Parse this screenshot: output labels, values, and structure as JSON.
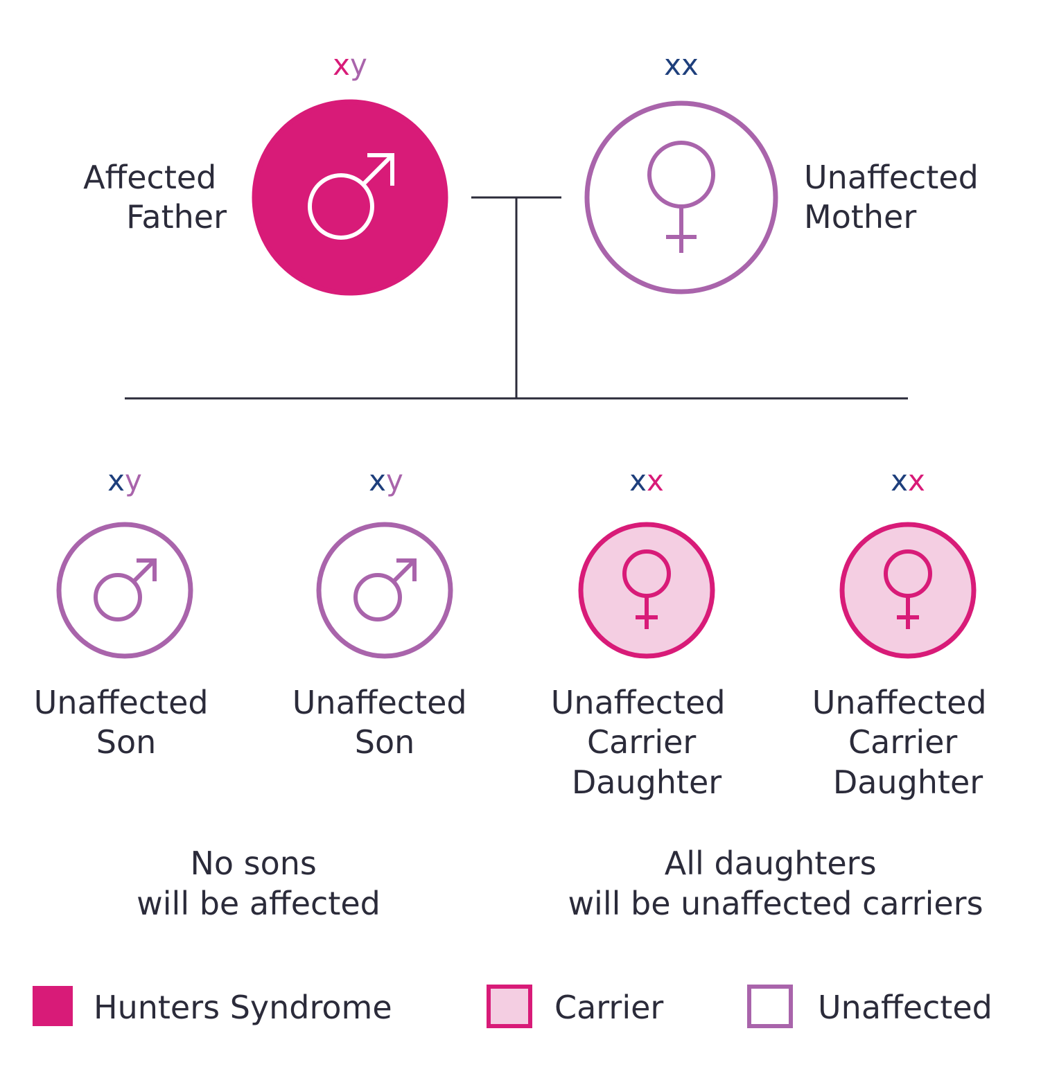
{
  "colors": {
    "affected": "#d81b78",
    "carrier_fill": "#f4cee2",
    "carrier_stroke": "#d81b78",
    "unaffected_stroke": "#a964ab",
    "x_unaffected": "#1e3f7c",
    "x_affected": "#d81b78",
    "y_chromosome": "#a964ab",
    "line": "#2b2b3a",
    "text": "#2b2b3a"
  },
  "parents": {
    "father": {
      "chromosomes": [
        "x",
        "y"
      ],
      "chromosome_status": [
        "affected",
        "y"
      ],
      "label_lines": [
        "Affected",
        "Father"
      ],
      "status": "affected",
      "symbol": "male-icon"
    },
    "mother": {
      "chromosomes": [
        "x",
        "x"
      ],
      "chromosome_status": [
        "unaffected",
        "unaffected"
      ],
      "label_lines": [
        "Unaffected",
        "Mother"
      ],
      "status": "unaffected",
      "symbol": "female-icon"
    }
  },
  "children": [
    {
      "chromosomes": [
        "x",
        "y"
      ],
      "chromosome_status": [
        "unaffected",
        "y"
      ],
      "label_lines": [
        "Unaffected",
        "Son"
      ],
      "status": "unaffected",
      "symbol": "male-icon"
    },
    {
      "chromosomes": [
        "x",
        "y"
      ],
      "chromosome_status": [
        "unaffected",
        "y"
      ],
      "label_lines": [
        "Unaffected",
        "Son"
      ],
      "status": "unaffected",
      "symbol": "male-icon"
    },
    {
      "chromosomes": [
        "x",
        "x"
      ],
      "chromosome_status": [
        "unaffected",
        "affected"
      ],
      "label_lines": [
        "Unaffected",
        "Carrier",
        "Daughter"
      ],
      "status": "carrier",
      "symbol": "female-icon"
    },
    {
      "chromosomes": [
        "x",
        "x"
      ],
      "chromosome_status": [
        "unaffected",
        "affected"
      ],
      "label_lines": [
        "Unaffected",
        "Carrier",
        "Daughter"
      ],
      "status": "carrier",
      "symbol": "female-icon"
    }
  ],
  "notes": {
    "sons": [
      "No sons",
      "will be affected"
    ],
    "daughters": [
      "All daughters",
      "will be unaffected carriers"
    ]
  },
  "legend": {
    "affected": "Hunters Syndrome",
    "carrier": "Carrier",
    "unaffected": "Unaffected"
  }
}
